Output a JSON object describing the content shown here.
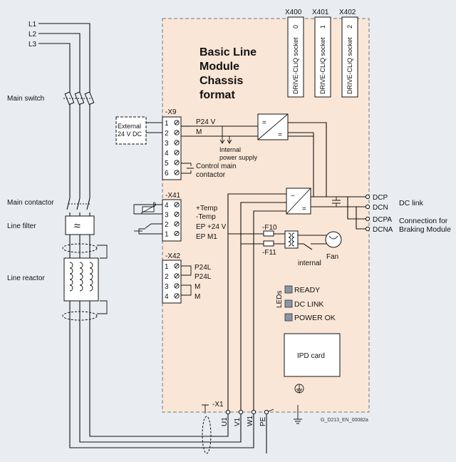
{
  "module": {
    "title_lines": [
      "Basic Line",
      "Module",
      "Chassis",
      "format"
    ],
    "sockets": [
      {
        "id": "X400",
        "label": "DRIVE-CLiQ socket",
        "num": "0"
      },
      {
        "id": "X401",
        "label": "DRIVE-CLiQ socket",
        "num": "1"
      },
      {
        "id": "X402",
        "label": "DRIVE-CLiQ socket",
        "num": "2"
      }
    ],
    "drawing_id": "G_D213_EN_00082a"
  },
  "mains": {
    "phases": [
      "L1",
      "L2",
      "L3"
    ],
    "main_switch": "Main switch",
    "main_contactor": "Main contactor",
    "line_filter": "Line filter",
    "filter_symbol": "≈",
    "line_reactor": "Line reactor"
  },
  "x9": {
    "name": "-X9",
    "external_supply": [
      "External",
      "24 V DC"
    ],
    "pins": [
      "1",
      "2",
      "3",
      "4",
      "5",
      "6"
    ],
    "p24": "P24 V",
    "m": "M",
    "internal_supply": [
      "Internal",
      "power supply"
    ],
    "control": [
      "Control main",
      "contactor"
    ]
  },
  "x41": {
    "name": "-X41",
    "pins": [
      "4",
      "3",
      "2",
      "1"
    ],
    "signals": [
      "+Temp",
      "-Temp",
      "EP +24 V",
      "EP M1"
    ],
    "theta": "ϑ"
  },
  "x42": {
    "name": "-X42",
    "pins": [
      "1",
      "2",
      "3",
      "4"
    ],
    "signals": [
      "P24L",
      "P24L",
      "M",
      "M"
    ]
  },
  "dc": {
    "terminals": [
      "DCP",
      "DCN",
      "DCPA",
      "DCNA"
    ],
    "dc_link": "DC link",
    "braking": [
      "Connection for",
      "Braking Module"
    ]
  },
  "converters": {
    "dcdc_top": "=",
    "dcdc_bottom": "=",
    "rect_top": "~",
    "rect_bottom": "="
  },
  "fan": {
    "fuse1": "-F10",
    "fuse2": "-F11",
    "internal": "internal",
    "fan": "Fan"
  },
  "leds": {
    "title": "LEDs",
    "items": [
      "READY",
      "DC LINK",
      "POWER OK"
    ]
  },
  "ipd": "IPD card",
  "x1": {
    "name": "-X1",
    "terminals": [
      "U1",
      "V1",
      "W1",
      "PE"
    ]
  },
  "colors": {
    "module_fill": "#fae6d6",
    "background": "#e9edf2",
    "led_fill": "#8a96a6"
  }
}
